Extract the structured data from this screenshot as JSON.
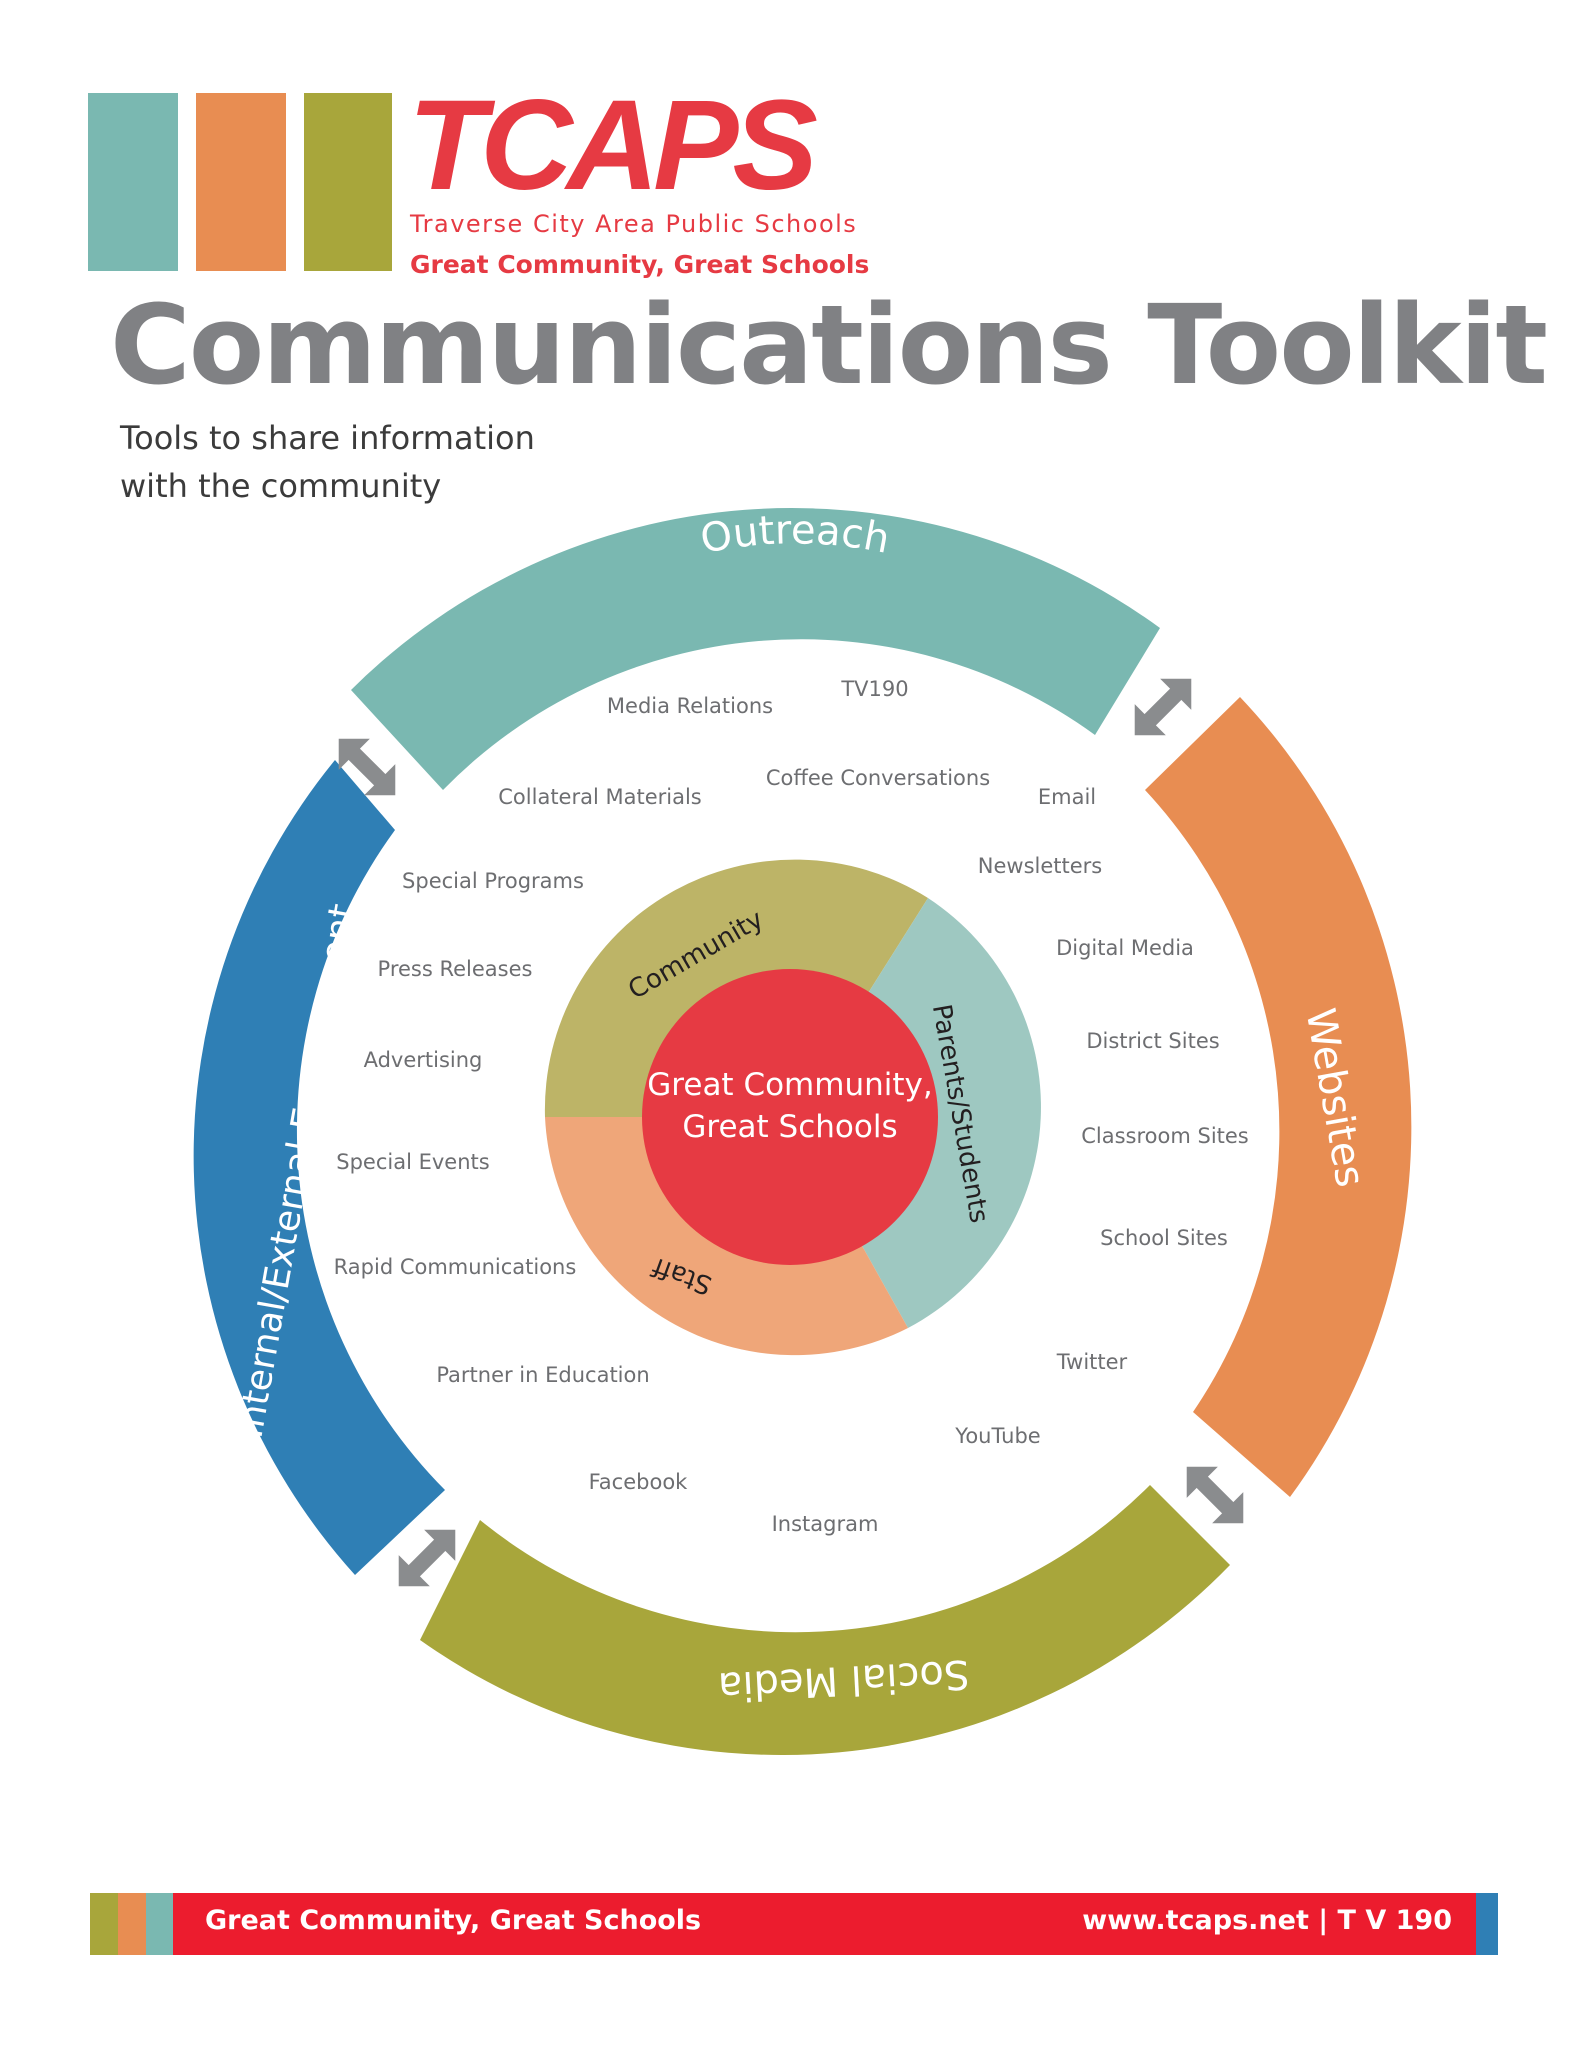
{
  "colors": {
    "teal": "#7ab8b1",
    "orange": "#e88d52",
    "olive": "#a8a63b",
    "blue": "#2f7fb5",
    "red": "#e63a43",
    "footer_red": "#ec1c2e",
    "community": "#bdb467",
    "parents": "#9ec8c1",
    "staff": "#efa679",
    "center": "#e63a43",
    "title_gray": "#808184",
    "item_gray": "#6d6e71",
    "arrow_gray": "#8a8c8e"
  },
  "logo": {
    "name": "TCAPS",
    "full_name": "Traverse City Area Public Schools",
    "tagline": "Great Community, Great Schools"
  },
  "title": "Communications Toolkit",
  "subtitle_line1": "Tools to share information",
  "subtitle_line2": "with the community",
  "diagram": {
    "outer_segments": [
      {
        "label": "Outreach",
        "color": "#7ab8b1"
      },
      {
        "label": "Websites",
        "color": "#e88d52"
      },
      {
        "label": "Social Media",
        "color": "#a8a63b"
      },
      {
        "label": "Internal/External Engagement",
        "color": "#2f7fb5"
      }
    ],
    "arrow_icons": [
      "double-arrow-icon",
      "double-arrow-icon",
      "double-arrow-icon",
      "double-arrow-icon"
    ],
    "inner_segments": [
      {
        "label": "Community",
        "color": "#bdb467"
      },
      {
        "label": "Parents/Students",
        "color": "#9ec8c1"
      },
      {
        "label": "Staff",
        "color": "#efa679"
      }
    ],
    "center_line1": "Great Community,",
    "center_line2": "Great Schools",
    "tools": [
      "Media Relations",
      "TV190",
      "Collateral Materials",
      "Coffee Conversations",
      "Email",
      "Special Programs",
      "Newsletters",
      "Press Releases",
      "Digital Media",
      "Advertising",
      "District Sites",
      "Special Events",
      "Classroom Sites",
      "School Sites",
      "Rapid Communications",
      "Twitter",
      "Partner in Education",
      "YouTube",
      "Facebook",
      "Instagram"
    ]
  },
  "footer": {
    "left": "Great Community, Great Schools",
    "right": "www.tcaps.net | T V 190"
  }
}
